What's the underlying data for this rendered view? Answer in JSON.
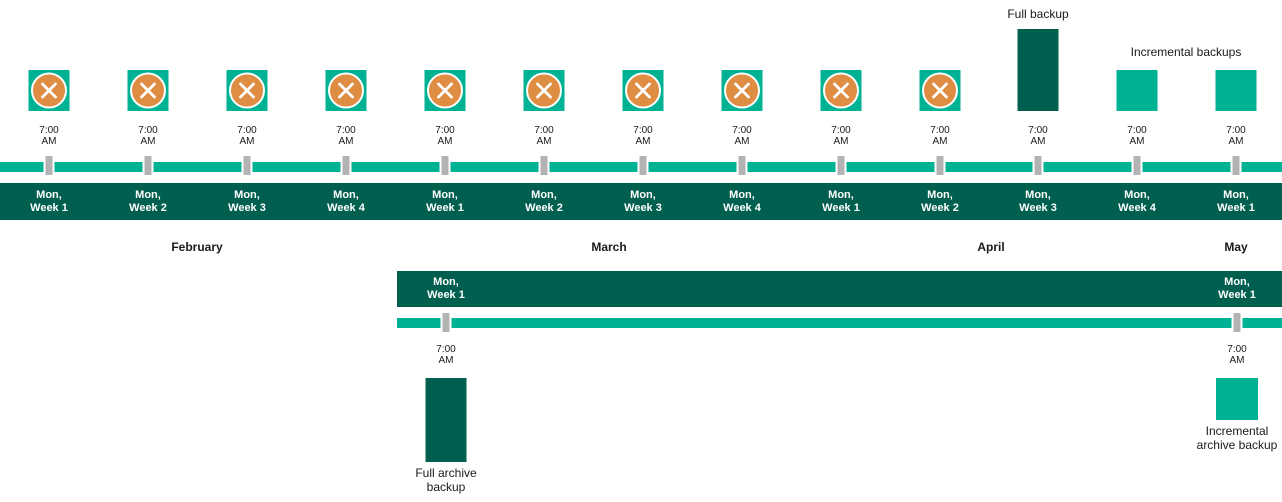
{
  "palette": {
    "teal": "#00B294",
    "dark_green": "#005F4F",
    "orange": "#DE8D42",
    "tick_gray": "#B3B3B3",
    "text": "#1A1A1A"
  },
  "legend": {
    "full_backup": "Full backup",
    "incremental_backups": "Incremental backups"
  },
  "timeline_top": {
    "slots": [
      {
        "day": "Mon,",
        "week": "Week 1",
        "time": "7:00 AM",
        "marker": "cancelled"
      },
      {
        "day": "Mon,",
        "week": "Week 2",
        "time": "7:00 AM",
        "marker": "cancelled"
      },
      {
        "day": "Mon,",
        "week": "Week 3",
        "time": "7:00 AM",
        "marker": "cancelled"
      },
      {
        "day": "Mon,",
        "week": "Week 4",
        "time": "7:00 AM",
        "marker": "cancelled"
      },
      {
        "day": "Mon,",
        "week": "Week 1",
        "time": "7:00 AM",
        "marker": "cancelled"
      },
      {
        "day": "Mon,",
        "week": "Week 2",
        "time": "7:00 AM",
        "marker": "cancelled"
      },
      {
        "day": "Mon,",
        "week": "Week 3",
        "time": "7:00 AM",
        "marker": "cancelled"
      },
      {
        "day": "Mon,",
        "week": "Week 4",
        "time": "7:00 AM",
        "marker": "cancelled"
      },
      {
        "day": "Mon,",
        "week": "Week 1",
        "time": "7:00 AM",
        "marker": "cancelled"
      },
      {
        "day": "Mon,",
        "week": "Week 2",
        "time": "7:00 AM",
        "marker": "cancelled"
      },
      {
        "day": "Mon,",
        "week": "Week 3",
        "time": "7:00 AM",
        "marker": "full-backup"
      },
      {
        "day": "Mon,",
        "week": "Week 4",
        "time": "7:00 AM",
        "marker": "incremental-backup"
      },
      {
        "day": "Mon,",
        "week": "Week 1",
        "time": "7:00 AM",
        "marker": "incremental-backup"
      }
    ],
    "months": [
      "February",
      "March",
      "April",
      "May"
    ]
  },
  "timeline_bottom": {
    "slots": [
      {
        "day": "Mon,",
        "week": "Week 1",
        "time": "7:00 AM",
        "marker": "full-archive-backup",
        "label": "Full archive backup"
      },
      {
        "day": "Mon,",
        "week": "Week 1",
        "time": "7:00 AM",
        "marker": "incremental-archive-backup",
        "label": "Incremental archive backup"
      }
    ]
  }
}
